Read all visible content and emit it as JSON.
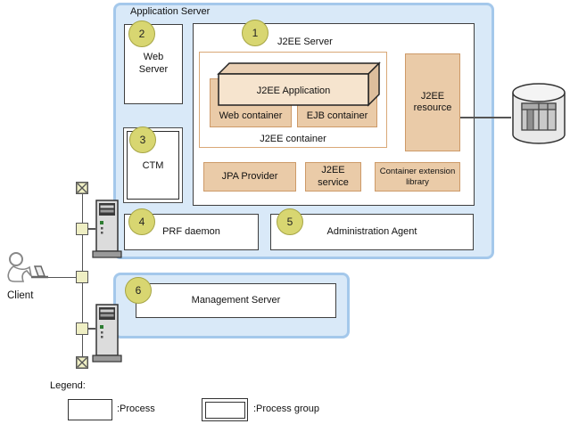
{
  "app_server": {
    "label": "Application Server",
    "web_server": {
      "badge": "2",
      "label": "Web Server"
    },
    "j2ee_server": {
      "badge": "1",
      "label": "J2EE Server",
      "j2ee_application": {
        "label": "J2EE Application"
      },
      "web_container": {
        "label": "Web container"
      },
      "ejb_container": {
        "label": "EJB container"
      },
      "j2ee_container": {
        "label": "J2EE container"
      },
      "j2ee_resource": {
        "label": "J2EE resource"
      },
      "jpa_provider": {
        "label": "JPA Provider"
      },
      "j2ee_service": {
        "label": "J2EE service"
      },
      "container_extension_library": {
        "label": "Container extension library"
      }
    },
    "ctm": {
      "badge": "3",
      "label": "CTM"
    },
    "prf_daemon": {
      "badge": "4",
      "label": "PRF daemon"
    },
    "administration_agent": {
      "badge": "5",
      "label": "Administration Agent"
    }
  },
  "management_group": {
    "management_server": {
      "badge": "6",
      "label": "Management Server"
    }
  },
  "client": {
    "label": "Client"
  },
  "legend": {
    "title": "Legend:",
    "process": ":Process",
    "process_group": ":Process group"
  },
  "icons": {
    "database": "database-cylinder",
    "computer_upper": "computer-tower",
    "computer_lower": "computer-tower",
    "client_figure": "person-at-laptop",
    "network_node": "network-hub-square",
    "network_endpoint": "network-endpoint-x"
  },
  "colors": {
    "container_fill": "#D9E9F8",
    "container_border": "#A4C8EB",
    "component_fill": "#EACBA8",
    "component_border": "#CD9A68",
    "badge_fill": "#D8D671",
    "badge_border": "#A6A545",
    "process_border": "#3F3F3F",
    "node_fill": "#EFEFC4",
    "app_front": "#F6E4CE",
    "app_top": "#EAD0B4",
    "app_side": "#DDBE9C"
  }
}
